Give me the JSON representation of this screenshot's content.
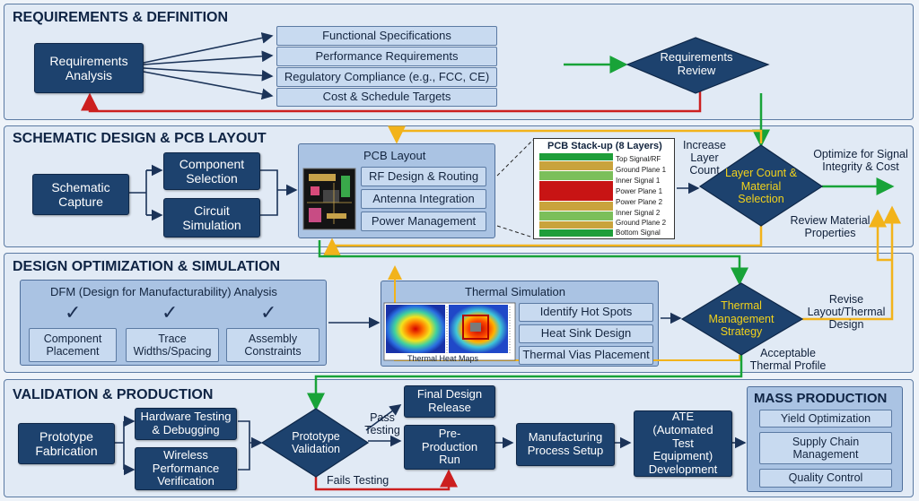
{
  "sections": {
    "req": "REQUIREMENTS & DEFINITION",
    "sch": "SCHEMATIC DESIGN & PCB LAYOUT",
    "opt": "DESIGN OPTIMIZATION & SIMULATION",
    "val": "VALIDATION & PRODUCTION"
  },
  "requirements": {
    "analysis": "Requirements Analysis",
    "items": [
      "Functional Specifications",
      "Performance Requirements",
      "Regulatory Compliance (e.g., FCC, CE)",
      "Cost & Schedule Targets"
    ],
    "review": "Requirements Review"
  },
  "schematic": {
    "capture": "Schematic Capture",
    "component_selection": "Component Selection",
    "circuit_simulation": "Circuit Simulation",
    "pcb_layout_title": "PCB Layout",
    "pcb_items": [
      "RF Design & Routing",
      "Antenna Integration",
      "Power Management"
    ],
    "stackup_title": "PCB Stack-up (8 Layers)",
    "stackup_layers": [
      "Top Signal/RF",
      "Ground Plane 1",
      "Inner Signal 1",
      "Power Plane 1",
      "Power Plane 2",
      "Inner Signal 2",
      "Ground Plane 2",
      "Bottom Signal"
    ],
    "increase_layer": "Increase Layer Count",
    "layer_decision": "Layer Count & Material Selection",
    "optimize": "Optimize for Signal Integrity & Cost",
    "review_material": "Review Material Properties"
  },
  "optimization": {
    "dfm_title": "DFM (Design for Manufacturability) Analysis",
    "dfm_items": [
      "Component Placement",
      "Trace Widths/Spacing",
      "Assembly Constraints"
    ],
    "thermal_title": "Thermal Simulation",
    "heatmap_caption": "Thermal Heat Maps",
    "thermal_items": [
      "Identify Hot Spots",
      "Heat Sink Design",
      "Thermal Vias Placement"
    ],
    "thermal_strategy": "Thermal Management Strategy",
    "revise": "Revise Layout/Thermal Design",
    "acceptable": "Acceptable Thermal Profile"
  },
  "validation": {
    "prototype_fab": "Prototype Fabrication",
    "hw_testing": "Hardware Testing & Debugging",
    "wireless": "Wireless Performance Verification",
    "prototype_validation": "Prototype Validation",
    "pass": "Pass Testing",
    "fails": "Fails Testing",
    "final_release": "Final Design Release",
    "preproduction": "Pre-Production Run",
    "mfg_setup": "Manufacturing Process Setup",
    "ate": "ATE (Automated Test Equipment) Development",
    "mass_title": "MASS PRODUCTION",
    "mass_items": [
      "Yield Optimization",
      "Supply Chain Management",
      "Quality Control"
    ]
  },
  "colors": {
    "dark_box": "#1d426e",
    "light_box": "#c8daf0",
    "green_arrow": "#18a338",
    "red_arrow": "#cc1f1f",
    "yellow_arrow": "#f2b31b"
  }
}
